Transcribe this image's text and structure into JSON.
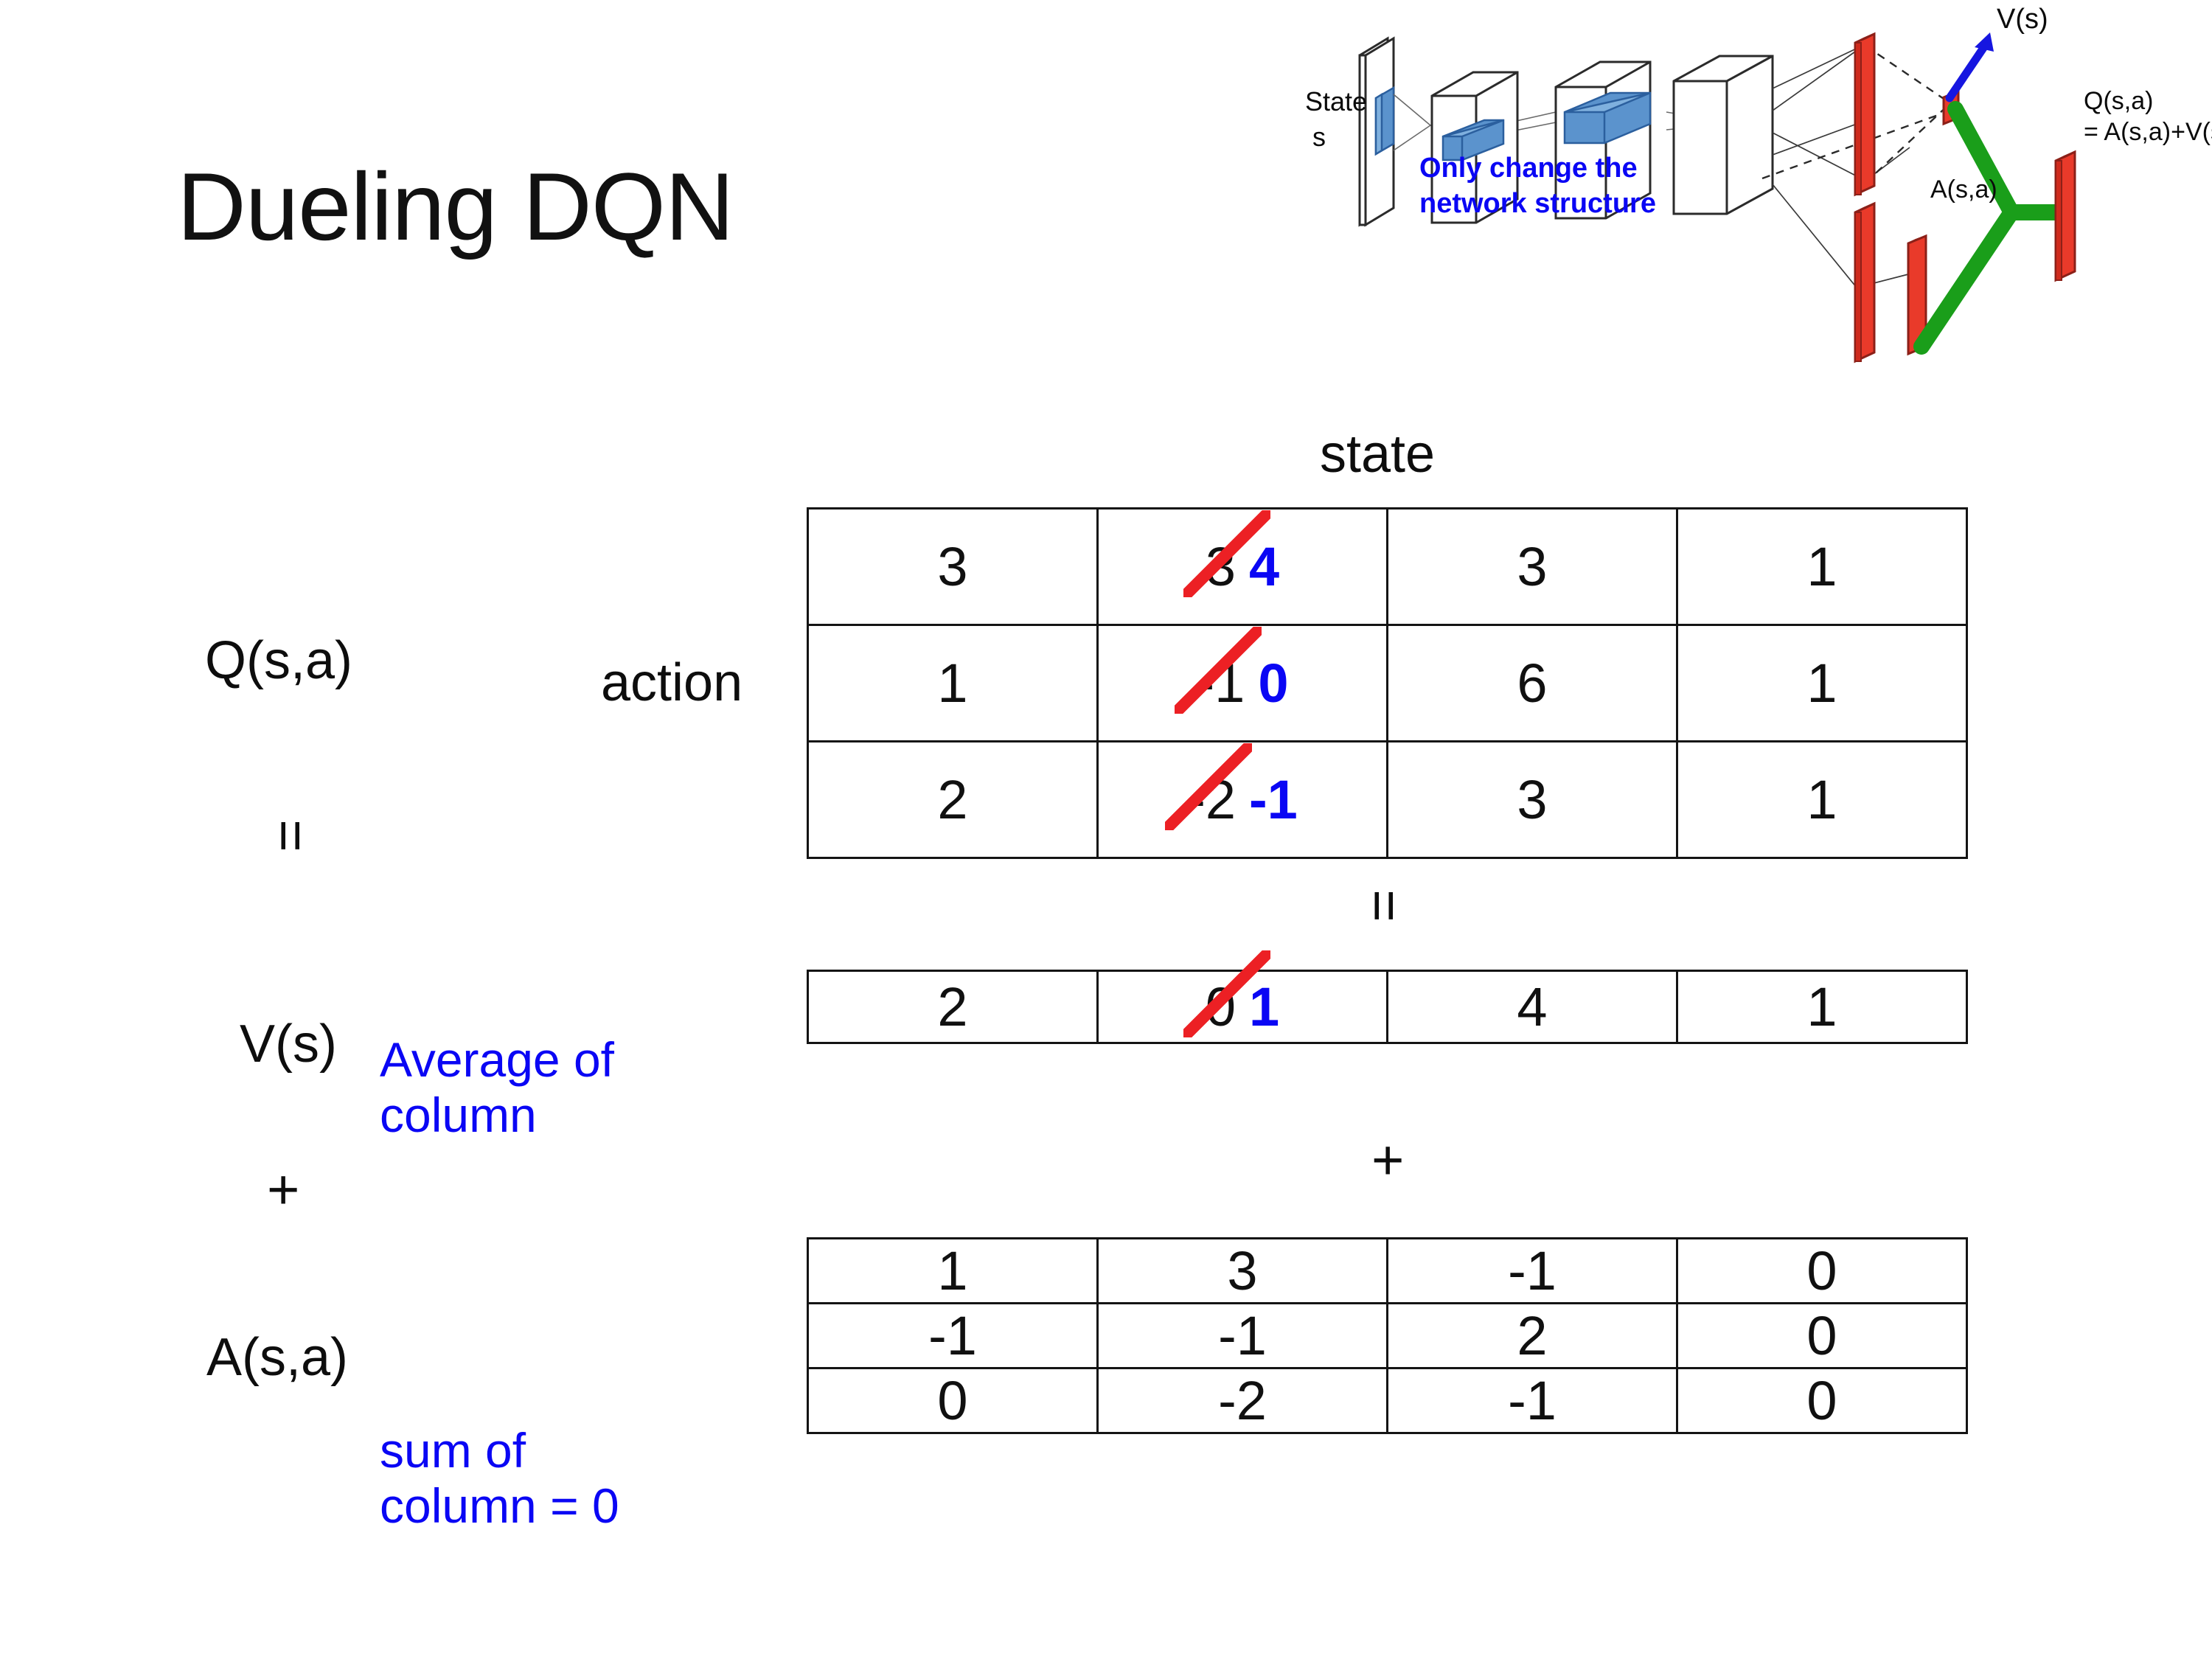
{
  "title": "Dueling DQN",
  "colors": {
    "blue": "#0a06f4",
    "red": "#ec2024",
    "black": "#101010",
    "green": "#1a9e1a"
  },
  "diagram": {
    "state_label_line1": "State",
    "state_label_line2": "s",
    "note_line1": "Only change the",
    "note_line2": "network structure",
    "value_label": "V(s)",
    "advantage_label": "A(s,a)",
    "q_label_line1": "Q(s,a)",
    "q_label_line2": "= A(s,a)+V(s)"
  },
  "labels": {
    "q_label": "Q(s,a)",
    "v_label": "V(s)",
    "a_label": "A(s,a)",
    "action_axis": "action",
    "state_axis": "state",
    "equals_1": "=",
    "equals_2": "=",
    "plus_1": "+",
    "plus_2": "+",
    "note_average_line1": "Average of",
    "note_average_line2": "column",
    "note_sum_line1": "sum of",
    "note_sum_line2": "column = 0"
  },
  "chart_data": {
    "type": "table",
    "title": "Dueling DQN  Q(s,a) = V(s) + A(s,a)",
    "xlabel": "state",
    "ylabel": "action",
    "tables": [
      {
        "name": "Q(s,a)",
        "rows": 3,
        "cols": 4,
        "values": [
          [
            "3",
            "3",
            "3",
            "1"
          ],
          [
            "1",
            "-1",
            "6",
            "1"
          ],
          [
            "2",
            "-2",
            "3",
            "1"
          ]
        ],
        "edits": [
          {
            "row": 0,
            "col": 1,
            "old": "3",
            "new": "4"
          },
          {
            "row": 1,
            "col": 1,
            "old": "-1",
            "new": "0"
          },
          {
            "row": 2,
            "col": 1,
            "old": "-2",
            "new": "-1"
          }
        ]
      },
      {
        "name": "V(s)",
        "rows": 1,
        "cols": 4,
        "values": [
          [
            "2",
            "0",
            "4",
            "1"
          ]
        ],
        "edits": [
          {
            "row": 0,
            "col": 1,
            "old": "0",
            "new": "1"
          }
        ]
      },
      {
        "name": "A(s,a)",
        "rows": 3,
        "cols": 4,
        "values": [
          [
            "1",
            "3",
            "-1",
            "0"
          ],
          [
            "-1",
            "-1",
            "2",
            "0"
          ],
          [
            "0",
            "-2",
            "-1",
            "0"
          ]
        ],
        "edits": []
      }
    ]
  }
}
